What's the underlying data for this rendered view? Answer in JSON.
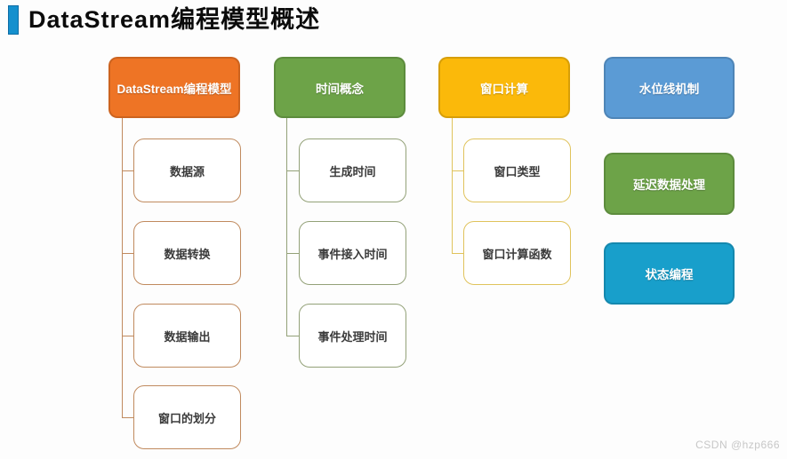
{
  "title": {
    "text": "DataStream编程模型概述",
    "accent_color": "#1590CE"
  },
  "columns": [
    {
      "label": "DataStream编程模型",
      "fill": "#EE7425",
      "line": "#C08A5E",
      "children": [
        {
          "label": "数据源"
        },
        {
          "label": "数据转换"
        },
        {
          "label": "数据输出"
        },
        {
          "label": "窗口的划分"
        }
      ]
    },
    {
      "label": "时间概念",
      "fill": "#6DA348",
      "line": "#93A178",
      "children": [
        {
          "label": "生成时间"
        },
        {
          "label": "事件接入时间"
        },
        {
          "label": "事件处理时间"
        }
      ]
    },
    {
      "label": "窗口计算",
      "fill": "#FBB90A",
      "line": "#E0C35C",
      "children": [
        {
          "label": "窗口类型"
        },
        {
          "label": "窗口计算函数"
        }
      ]
    }
  ],
  "standalone_nodes": [
    {
      "label": "水位线机制",
      "fill": "#5B9BD5"
    },
    {
      "label": "延迟数据处理",
      "fill": "#6DA348"
    },
    {
      "label": "状态编程",
      "fill": "#189FCB"
    }
  ],
  "watermark": "CSDN @hzp666"
}
